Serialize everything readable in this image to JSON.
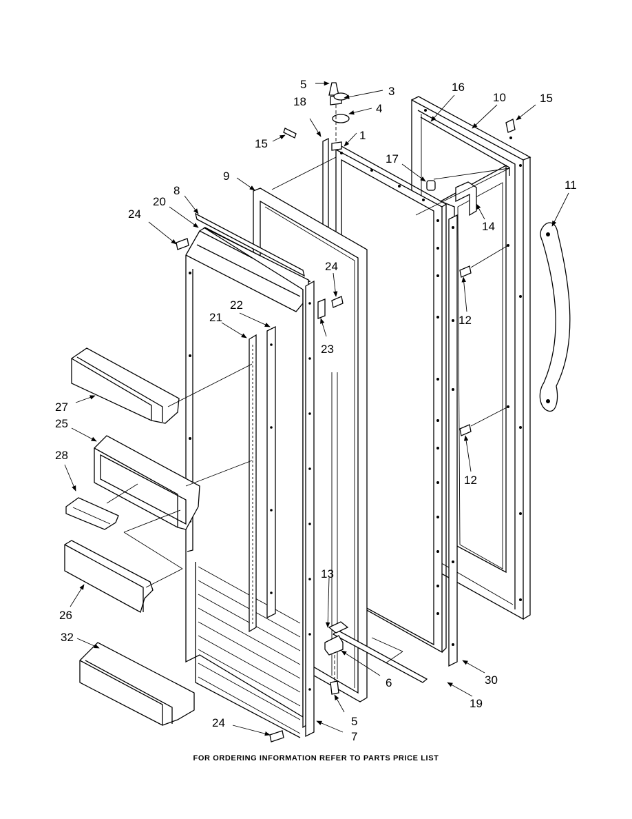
{
  "callouts": {
    "p1": "1",
    "p3": "3",
    "p4": "4",
    "p5a": "5",
    "p5b": "5",
    "p6": "6",
    "p7": "7",
    "p8": "8",
    "p9": "9",
    "p10": "10",
    "p11": "11",
    "p12a": "12",
    "p12b": "12",
    "p13": "13",
    "p14": "14",
    "p15a": "15",
    "p15b": "15",
    "p16": "16",
    "p17": "17",
    "p18": "18",
    "p19": "19",
    "p20": "20",
    "p21": "21",
    "p22": "22",
    "p23": "23",
    "p24a": "24",
    "p24b": "24",
    "p24c": "24",
    "p25": "25",
    "p26": "26",
    "p27": "27",
    "p28": "28",
    "p30": "30",
    "p32": "32"
  },
  "footer": "FOR ORDERING INFORMATION REFER TO PARTS PRICE LIST"
}
